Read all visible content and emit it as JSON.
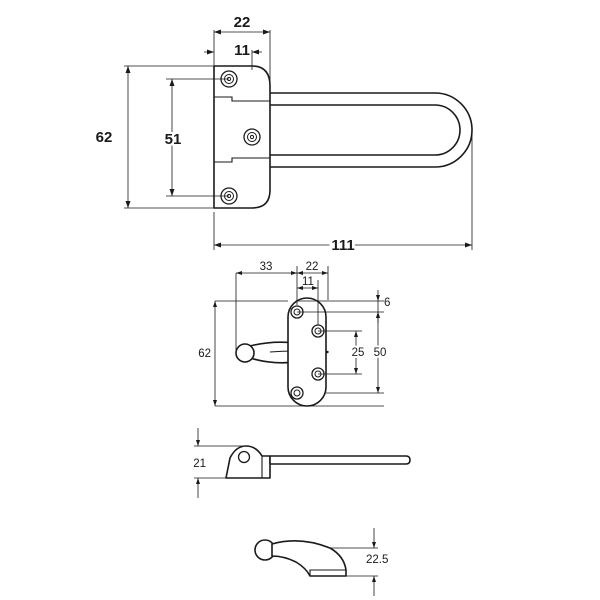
{
  "views": {
    "top": {
      "dimensions": {
        "width_overall": "22",
        "width_hole": "11",
        "height_overall": "62",
        "hole_spacing": "51",
        "length_overall": "111"
      }
    },
    "keeper": {
      "dimensions": {
        "offset": "33",
        "width_overall": "22",
        "width_hole": "11",
        "top_offset": "6",
        "height_overall": "62",
        "hole_spacing_small": "25",
        "hole_spacing_large": "50"
      }
    },
    "side": {
      "dimensions": {
        "height": "21"
      }
    },
    "profile": {
      "dimensions": {
        "height": "22.5"
      }
    }
  }
}
